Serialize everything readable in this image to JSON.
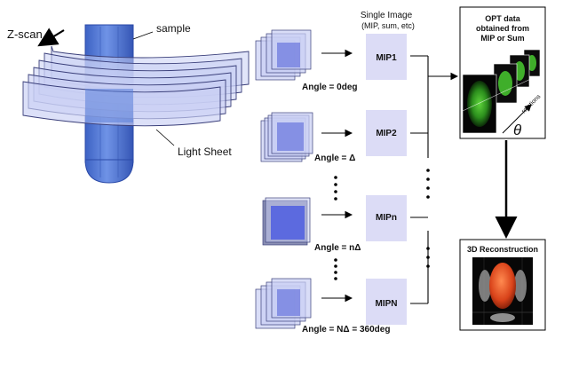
{
  "colors": {
    "sheet_fill": "#c9cff4",
    "sheet_stroke": "#3a3f7a",
    "sample_fill": "#4f79d6",
    "mip_fill": "#dcdcf6",
    "green_signal": "#3fae2a",
    "recon_orange": "#e8521f",
    "arrow": "#000000"
  },
  "left_panel": {
    "zscan_label": "Z-scan",
    "sample_label": "sample",
    "lightsheet_label": "Light Sheet"
  },
  "middle_panel": {
    "single_image_title": "Single Image",
    "single_image_subtitle": "(MIP, sum, etc)",
    "rows": [
      {
        "mip_label": "MIP1",
        "angle_label": "Angle = 0deg"
      },
      {
        "mip_label": "MIP2",
        "angle_label": "Angle = Δ"
      },
      {
        "mip_label": "MIPn",
        "angle_label": "Angle =  nΔ"
      },
      {
        "mip_label": "MIPN",
        "angle_label": "Angle = NΔ  = 360deg"
      }
    ]
  },
  "right_panel": {
    "opt_title_line1": "OPT data",
    "opt_title_line2": "obtained from",
    "opt_title_line3": "MIP or Sum",
    "rotations_label": "rotations",
    "theta_symbol": "θ",
    "recon_title": "3D Reconstruction"
  }
}
